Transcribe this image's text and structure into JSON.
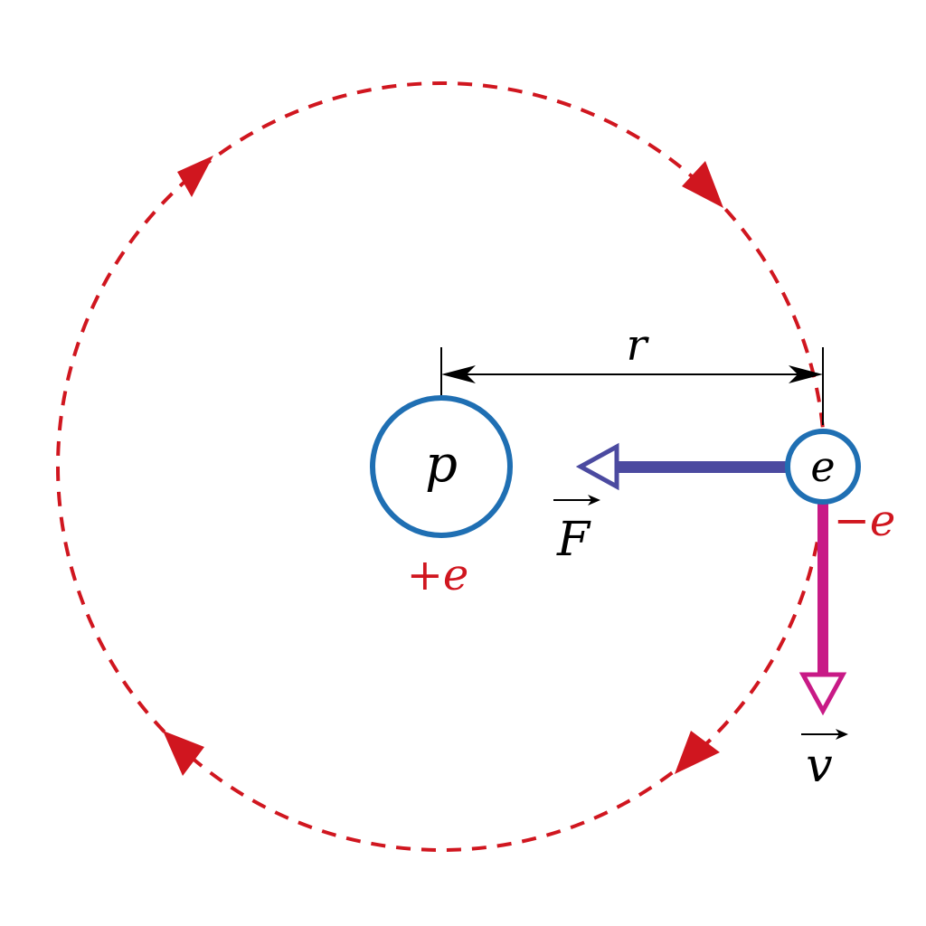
{
  "nucleus": {
    "symbol": "p",
    "charge": "+e"
  },
  "electron": {
    "symbol": "e",
    "charge": "−e"
  },
  "radius_label": "r",
  "force_label": "F",
  "velocity_label": "v",
  "orbit_direction": "clockwise",
  "colors": {
    "orbit": "#d0161f",
    "particle_outline": "#1f6fb3",
    "force_arrow": "#4b4aa0",
    "velocity_arrow": "#c81a86",
    "charge_text": "#d0161f",
    "text": "#000000"
  }
}
